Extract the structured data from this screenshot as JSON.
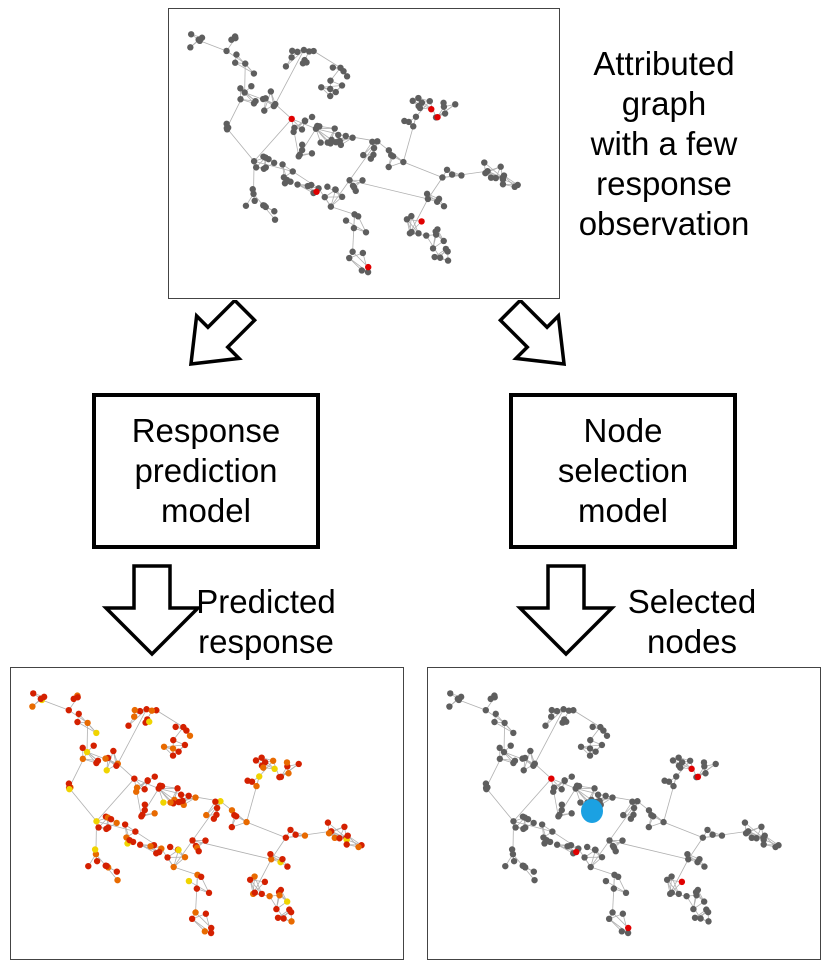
{
  "top": {
    "caption_lines": [
      "Attributed",
      "graph",
      "with a few",
      "response",
      "observation"
    ]
  },
  "models": {
    "left_lines": [
      "Response",
      "prediction",
      "model"
    ],
    "right_lines": [
      "Node",
      "selection",
      "model"
    ]
  },
  "outputs": {
    "left_lines": [
      "Predicted",
      "response"
    ],
    "right_lines": [
      "Selected",
      "nodes"
    ]
  },
  "colors": {
    "node_gray": "#5e5e5e",
    "edge_gray": "#b0b0b0",
    "observed_red": "#e00000",
    "pred_red": "#d42000",
    "pred_orange": "#e86a00",
    "pred_yellow": "#f0d400",
    "selected_blue": "#1ba1e2"
  }
}
